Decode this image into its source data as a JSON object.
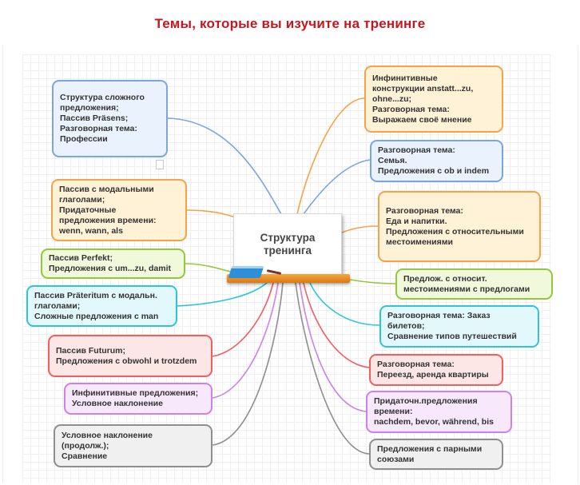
{
  "page": {
    "title": "Темы, которые вы изучите на тренинге"
  },
  "diagram": {
    "center": "Структура\nтренинга",
    "nodes": [
      {
        "id": "L1",
        "color": "blue",
        "text": "Структура сложного\nпредложения;\nПассив Präsens;\nРазговорная тема:\nПрофессии"
      },
      {
        "id": "L2",
        "color": "orange",
        "text": "Пассив с модальными\nглаголами;\nПридаточные\nпредложения времени:\nwenn, wann, als"
      },
      {
        "id": "L3",
        "color": "green",
        "text": "Пассив Perfekt;\nПредложения с um...zu, damit"
      },
      {
        "id": "L4",
        "color": "cyan",
        "text": "Пассив Präteritum с модальн.\nглаголами;\nСложные предложения с man"
      },
      {
        "id": "L5",
        "color": "red",
        "text": "Пассив Futurum;\nПредложения с obwohl и trotzdem"
      },
      {
        "id": "L6",
        "color": "purple",
        "text": "Инфинитивные предложения;\nУсловное наклонение"
      },
      {
        "id": "L7",
        "color": "gray",
        "text": "Условное наклонение\n(продолж.);\nСравнение"
      },
      {
        "id": "R1",
        "color": "orange",
        "text": "Инфинитивные\nконструкции anstatt...zu,\nohne...zu;\nРазговорная тема:\nВыражаем своё мнение"
      },
      {
        "id": "R2",
        "color": "blue",
        "text": "Разговорная тема:\nСемья.\nПредложения с ob и indem"
      },
      {
        "id": "R3",
        "color": "orange",
        "text": "Разговорная тема:\nЕда и напитки.\nПредложения с относительными\nместоимениями"
      },
      {
        "id": "R4",
        "color": "green",
        "text": "Предлож. с относит.\nместоимениями с предлогами"
      },
      {
        "id": "R5",
        "color": "cyan",
        "text": "Разговорная тема: Заказ\nбилетов;\nСравнение типов путешествий"
      },
      {
        "id": "R6",
        "color": "red",
        "text": "Разговорная тема:\nПереезд, аренда квартиры"
      },
      {
        "id": "R7",
        "color": "purple",
        "text": "Придаточн.предложения\nвремени:\nnachdem, bevor, während, bis"
      },
      {
        "id": "R8",
        "color": "gray",
        "text": "Предложения с парными\nсоюзами"
      }
    ]
  },
  "colors": {
    "title": "#c8161e",
    "blue": "#7aa5df",
    "orange": "#f4a24b",
    "green": "#93c83d",
    "cyan": "#2ec5d6",
    "red": "#ef5f5f",
    "purple": "#cc82e6",
    "gray": "#8e8e8e"
  }
}
